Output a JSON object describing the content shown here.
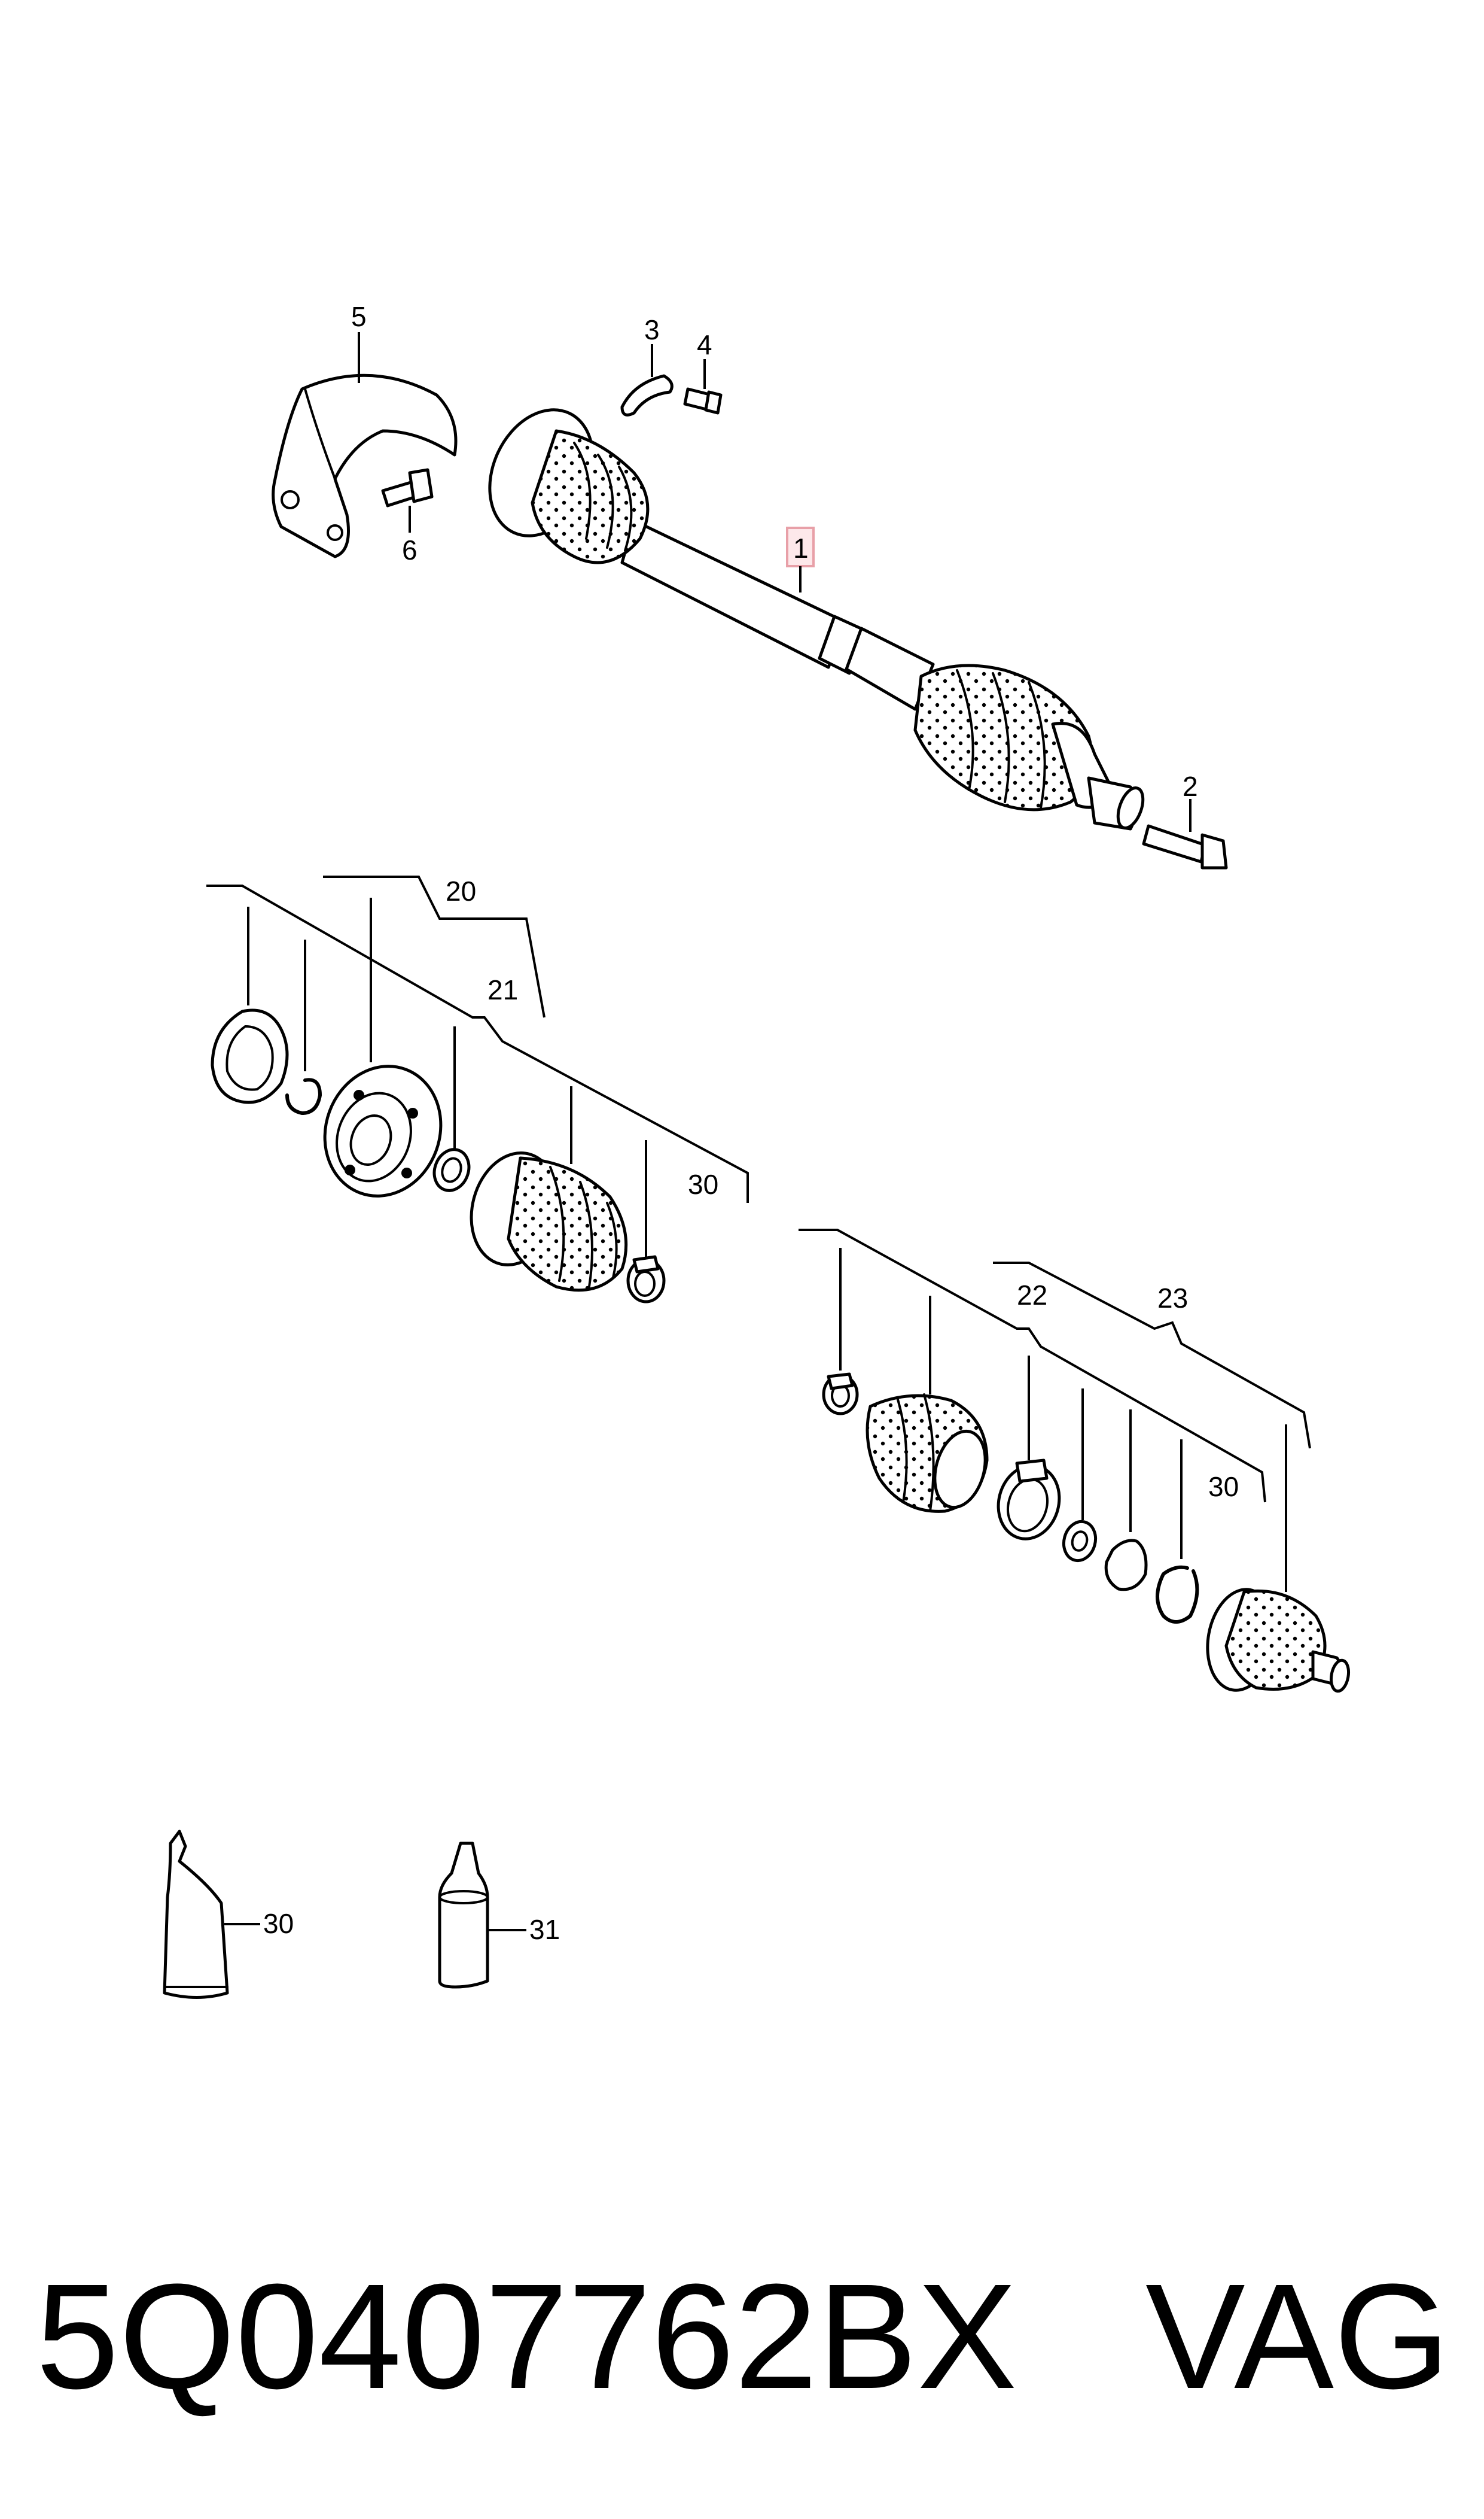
{
  "callouts": {
    "c1": "1",
    "c2": "2",
    "c3": "3",
    "c4": "4",
    "c5": "5",
    "c6": "6",
    "c20": "20",
    "c21": "21",
    "c22": "22",
    "c23": "23",
    "c30a": "30",
    "c30b": "30",
    "c30c": "30",
    "c31": "31"
  },
  "highlight_color": "#e8a0a8",
  "footer": {
    "part_number": "5Q0407762BX",
    "brand": "VAG"
  }
}
